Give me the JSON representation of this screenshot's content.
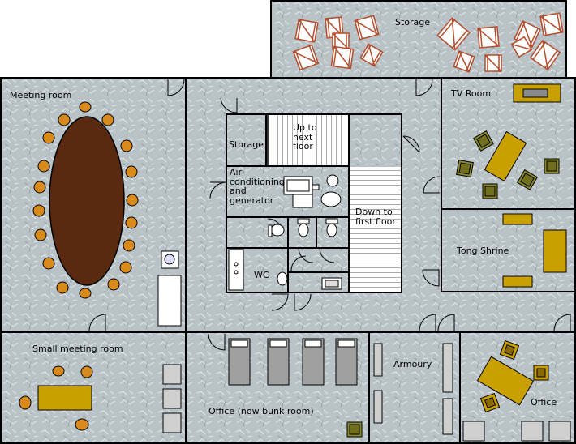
{
  "rooms": {
    "storage_top": "Storage",
    "meeting": "Meeting room",
    "tv": "TV Room",
    "storage_core": "Storage",
    "up": "Up to next floor",
    "aircon": "Air conditioning and generator",
    "down": "Down to first floor",
    "wc": "WC",
    "shrine": "Tong Shrine",
    "small_meeting": "Small meeting room",
    "office_bunk": "Office (now bunk room)",
    "armoury": "Armoury",
    "office": "Office"
  },
  "colors": {
    "floor": "#b9c3c7",
    "wall": "#000000",
    "table_wood": "#5a2a10",
    "chair_orange": "#d88a1a",
    "gold_table": "#c8a000",
    "green_chair": "#8a8a2a"
  }
}
